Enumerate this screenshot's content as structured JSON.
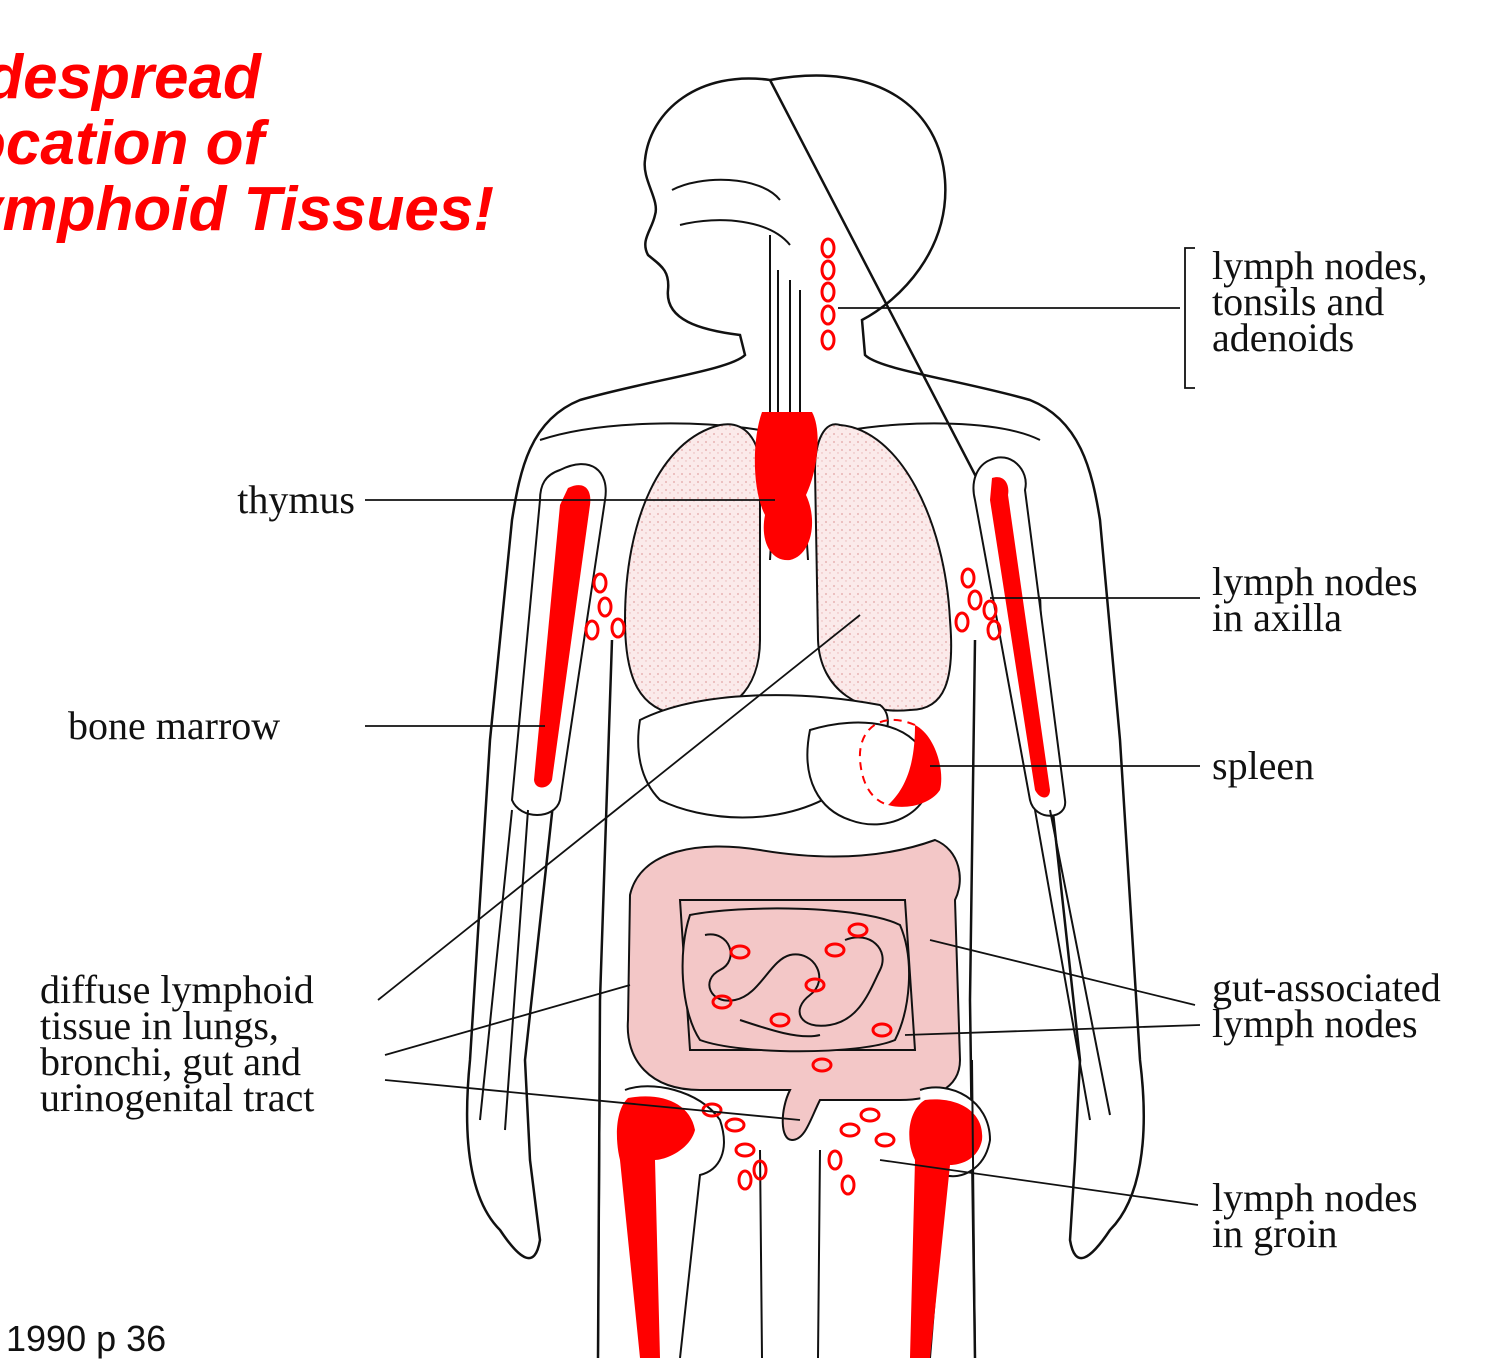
{
  "title_lines": [
    "idespread",
    "ocation of",
    "ymphoid Tissues!"
  ],
  "citation": "1990 p 36",
  "labels": {
    "tonsils": "lymph nodes,\ntonsils and\nadenoids",
    "thymus": "thymus",
    "axilla": "lymph nodes\nin axilla",
    "bone_marrow": "bone marrow",
    "spleen": "spleen",
    "diffuse": "diffuse lymphoid\ntissue in lungs,\nbronchi, gut and\nurinogenital tract",
    "gut_nodes": "gut-associated\nlymph nodes",
    "groin": "lymph nodes\nin groin"
  },
  "colors": {
    "lymphoid_red": "#ff0000",
    "organ_pink": "#f7d6d6",
    "outline": "#111111"
  }
}
